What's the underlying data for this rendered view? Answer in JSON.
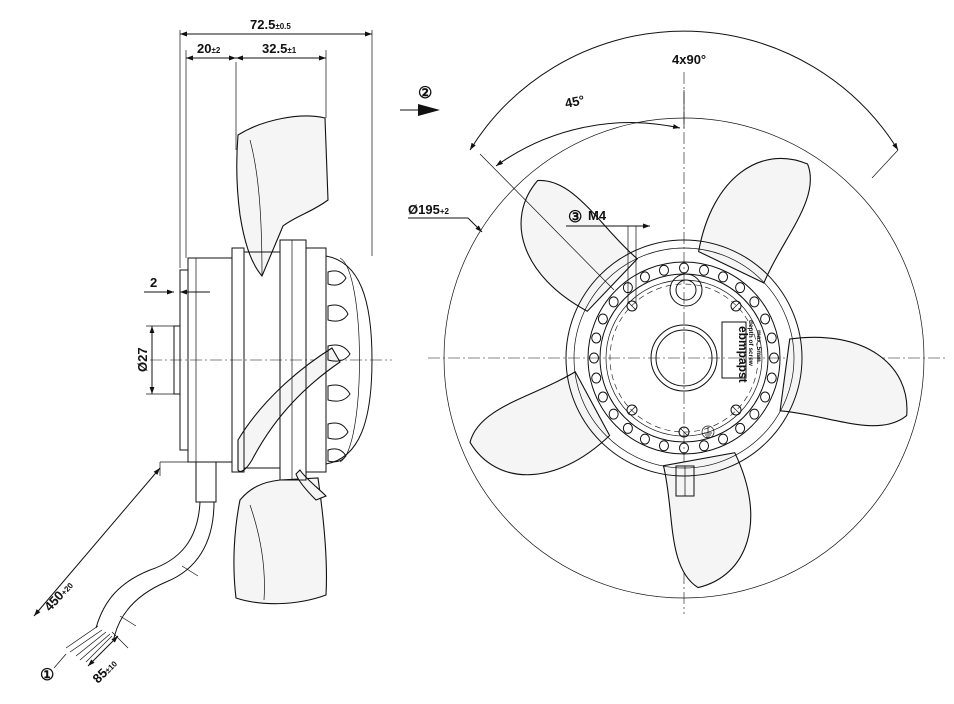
{
  "dimensions": {
    "overall_depth": {
      "value": "72.5",
      "tol": "±0.5"
    },
    "depth_a": {
      "value": "20",
      "tol": "±2"
    },
    "depth_b": {
      "value": "32.5",
      "tol": "±1"
    },
    "flange": {
      "value": "2"
    },
    "hub_diameter": {
      "value": "Ø27"
    },
    "fan_diameter": {
      "value": "Ø195",
      "tol": "+2"
    },
    "cable_length": {
      "value": "450",
      "tol": "+20"
    },
    "lead_length": {
      "value": "85",
      "tol": "±10"
    },
    "blade_pitch": {
      "value": "4x90°"
    },
    "angle": {
      "value": "45°"
    }
  },
  "callouts": {
    "c1": "①",
    "c2": "②",
    "c3": "③",
    "thread": "M4"
  },
  "rotor_label": {
    "brand": "ebmpapst",
    "line1": "depth of screw",
    "line2": "max. 5mm"
  }
}
